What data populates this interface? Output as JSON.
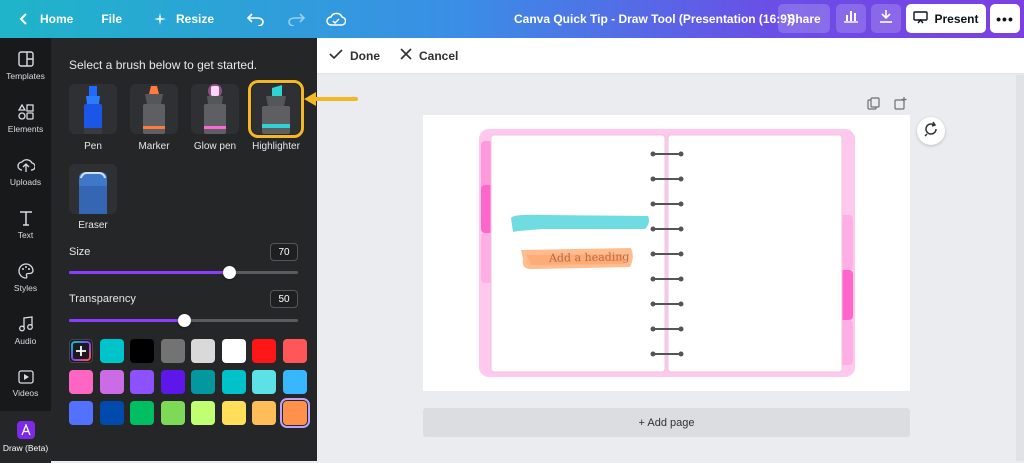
{
  "topbar": {
    "home_label": "Home",
    "file_label": "File",
    "resize_label": "Resize",
    "title": "Canva Quick Tip - Draw Tool (Presentation (16:9))",
    "share_label": "Share",
    "present_label": "Present",
    "more_label": "•••"
  },
  "rail": {
    "items": [
      {
        "label": "Templates",
        "icon": "templates-icon"
      },
      {
        "label": "Elements",
        "icon": "elements-icon"
      },
      {
        "label": "Uploads",
        "icon": "uploads-icon"
      },
      {
        "label": "Text",
        "icon": "text-icon"
      },
      {
        "label": "Styles",
        "icon": "styles-icon"
      },
      {
        "label": "Audio",
        "icon": "audio-icon"
      },
      {
        "label": "Videos",
        "icon": "videos-icon"
      },
      {
        "label": "Draw (Beta)",
        "icon": "draw-icon"
      }
    ]
  },
  "panel": {
    "hint": "Select a brush below to get started.",
    "brushes": [
      {
        "label": "Pen"
      },
      {
        "label": "Marker"
      },
      {
        "label": "Glow pen"
      },
      {
        "label": "Highlighter",
        "selected": true
      },
      {
        "label": "Eraser"
      }
    ],
    "size_label": "Size",
    "size_value": "70",
    "size_fraction": 0.7,
    "transparency_label": "Transparency",
    "transparency_value": "50",
    "transparency_fraction": 0.5,
    "palette": [
      "add",
      "#00c4cc",
      "#000000",
      "#737373",
      "#d9d9d9",
      "#ffffff",
      "#ff1616",
      "#ff5757",
      "#ff66c4",
      "#cb6ce6",
      "#8c52ff",
      "#5e17eb",
      "#03989e",
      "#00c2cb",
      "#5ce1e6",
      "#38b6ff",
      "#5271ff",
      "#004aad",
      "#00bf63",
      "#7ed957",
      "#c1ff72",
      "#ffde59",
      "#ffbd59",
      "#ff914d"
    ],
    "selected_color": "#ff914d"
  },
  "actionbar": {
    "done_label": "Done",
    "cancel_label": "Cancel"
  },
  "canvas": {
    "heading_placeholder": "Add a heading",
    "add_page_label": "+ Add page"
  },
  "colors": {
    "accent": "#8b3dff",
    "highlight_outline": "#f5b824",
    "notebook_pink": "#ffc8ec"
  }
}
